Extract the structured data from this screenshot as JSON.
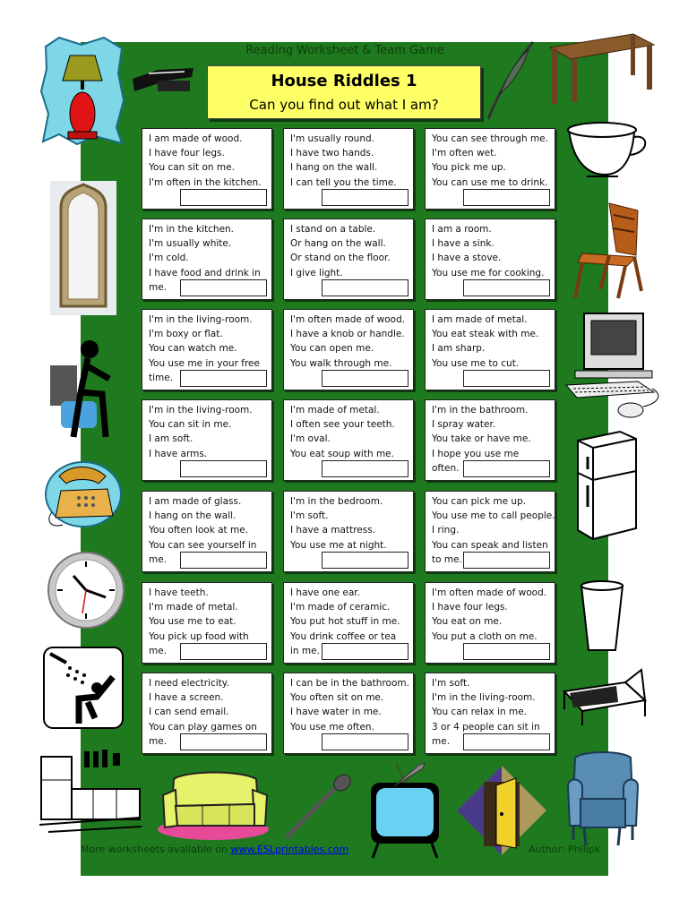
{
  "header": {
    "top_line": "Reading Worksheet & Team Game",
    "title": "House Riddles 1",
    "subtitle": "Can you find out what I am?"
  },
  "riddles": [
    {
      "lines": [
        "I am made of wood.",
        "I have four legs.",
        "You can sit on me.",
        "I'm often in the kitchen."
      ]
    },
    {
      "lines": [
        "I'm usually round.",
        "I have two hands.",
        "I hang on the wall.",
        "I can tell you the time."
      ]
    },
    {
      "lines": [
        "You can see through me.",
        "I'm often wet.",
        "You pick me up.",
        "You can use me to drink."
      ]
    },
    {
      "lines": [
        "I'm in the kitchen.",
        "I'm usually white.",
        "I'm cold.",
        "I have food and drink in",
        "me."
      ]
    },
    {
      "lines": [
        "I stand on a table.",
        "Or hang on the wall.",
        "Or stand on the floor.",
        "I give light."
      ]
    },
    {
      "lines": [
        "I am a room.",
        "I have a sink.",
        "I have a stove.",
        "You use me for cooking."
      ]
    },
    {
      "lines": [
        "I'm in the living-room.",
        "I'm boxy or flat.",
        "You can watch me.",
        "You use me in your free",
        "time."
      ]
    },
    {
      "lines": [
        "I'm often made of wood.",
        "I have a knob or handle.",
        "You can open me.",
        "You walk through me."
      ]
    },
    {
      "lines": [
        "I am made of metal.",
        "You eat steak with me.",
        "I am sharp.",
        "You use me to cut."
      ]
    },
    {
      "lines": [
        "I'm in the living-room.",
        "You can sit in me.",
        "I am soft.",
        "I have arms."
      ]
    },
    {
      "lines": [
        "I'm made of metal.",
        "I often see your teeth.",
        "I'm oval.",
        "You eat soup with me."
      ]
    },
    {
      "lines": [
        "I'm in the bathroom.",
        "I spray water.",
        "You take or have me.",
        "I hope you use me",
        "often."
      ]
    },
    {
      "lines": [
        "I am made of glass.",
        "I hang on the wall.",
        "You often look at me.",
        "You can see yourself in",
        "me."
      ]
    },
    {
      "lines": [
        "I'm in the bedroom.",
        "I'm soft.",
        "I have a mattress.",
        "You use me at night."
      ]
    },
    {
      "lines": [
        "You can pick me up.",
        "You use me to call people.",
        "I ring.",
        "You can speak and listen",
        "to me."
      ]
    },
    {
      "lines": [
        "I have teeth.",
        "I'm made of metal.",
        "You use me to eat.",
        "You pick up food with",
        "me."
      ]
    },
    {
      "lines": [
        "I have one ear.",
        "I'm made of ceramic.",
        "You put hot stuff in me.",
        "You drink coffee or tea",
        "in me."
      ]
    },
    {
      "lines": [
        "I'm often made of wood.",
        "I have four legs.",
        "You eat on me.",
        "You put a cloth on me."
      ]
    },
    {
      "lines": [
        "I need electricity.",
        "I have a screen.",
        "I can send email.",
        "You can play games on",
        "me."
      ]
    },
    {
      "lines": [
        "I can be in the bathroom.",
        "You often sit on me.",
        "I have water in me.",
        "You use me often."
      ]
    },
    {
      "lines": [
        "I'm soft.",
        "I'm in the living-room.",
        "You can relax in me.",
        "3 or 4 people can sit in",
        "me."
      ]
    }
  ],
  "footer": {
    "prefix": "More worksheets available on ",
    "link": "www.ESLprintables.com",
    "author": "Author: Philipk"
  },
  "icons": [
    "lamp-icon",
    "glasses-icon",
    "feather-icon",
    "table-icon",
    "cup-icon",
    "mirror-icon",
    "chair-icon",
    "toilet-icon",
    "computer-icon",
    "fridge-icon",
    "telephone-icon",
    "clock-icon",
    "glass-icon",
    "shower-icon",
    "bed-icon",
    "kitchen-icon",
    "sofa-icon",
    "spoon-icon",
    "tv-icon",
    "door-icon",
    "armchair-icon",
    "knife-icon"
  ]
}
